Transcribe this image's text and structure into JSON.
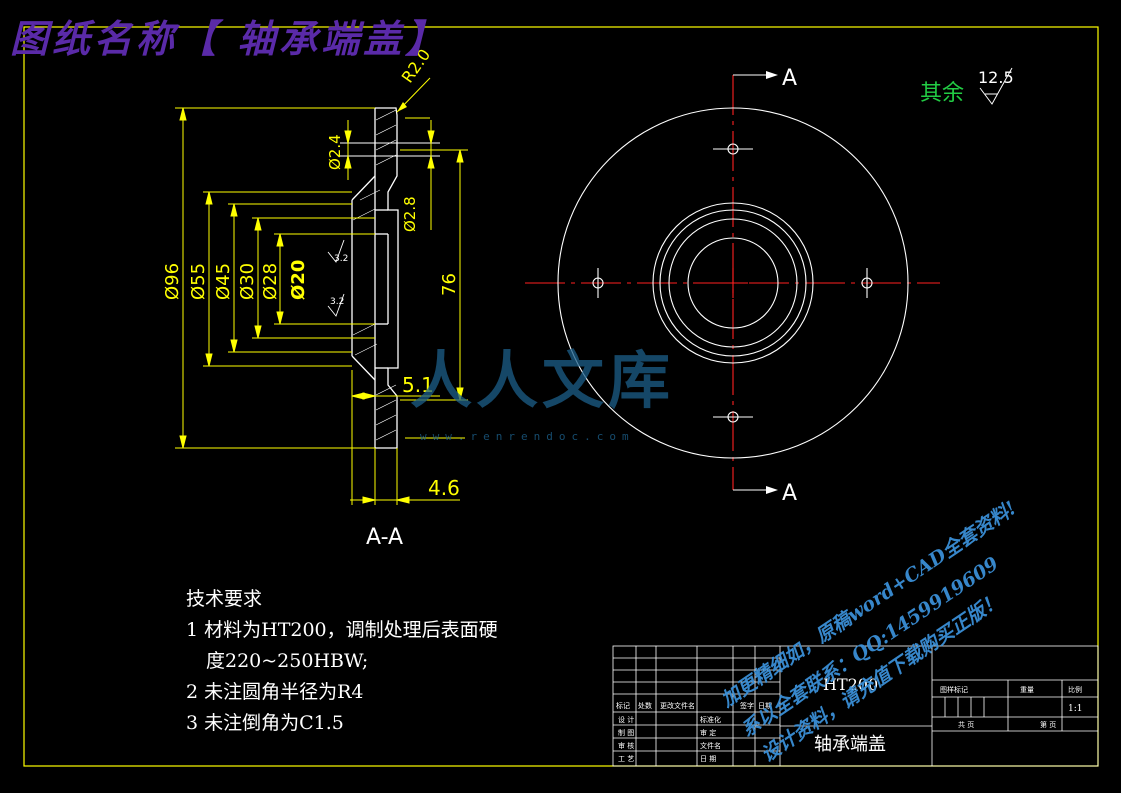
{
  "title_banner": "图纸名称【 轴承端盖】",
  "section_view": {
    "section_label": "A-A",
    "dims": {
      "d96": "Ø96",
      "d55": "Ø55",
      "d45": "Ø45",
      "d30": "Ø30",
      "d28": "Ø28",
      "d20": "Ø20",
      "d2_4": "Ø2.4",
      "d2_8": "Ø2.8",
      "r2": "R2.0",
      "h76": "76",
      "l5_1": "5.1",
      "l4_6": "4.6",
      "rough_1": "3.2",
      "rough_2": "3.2"
    }
  },
  "front_view": {
    "cut_label_top": "A",
    "cut_label_bottom": "A",
    "rest_roughness_label": "其余",
    "rest_roughness_value": "12.5"
  },
  "tech_requirements": {
    "heading": "技术要求",
    "line1": "1 材料为HT200，调制处理后表面硬",
    "line1b": "度220~250HBW;",
    "line2": "2 未注圆角半径为R4",
    "line3": "3 未注倒角为C1.5"
  },
  "title_block": {
    "material": "HT200",
    "part_name": "轴承端盖",
    "scale": "1:1",
    "col_headers": [
      "标记",
      "处数",
      "更改文件名",
      "签字",
      "日期"
    ],
    "right_headers": [
      "图样标记",
      "重量",
      "比例"
    ],
    "rows_left": [
      "设 计",
      "制 图",
      "审 核",
      "工 艺"
    ],
    "rows_mid": [
      "标准化",
      "审 定",
      "文件名",
      "日 期"
    ],
    "sheet_total": "共 页",
    "sheet_no": "第 页"
  },
  "watermark": {
    "logo_text": "人人文库",
    "url": "www.renrendoc.com",
    "line1": "加更精细如，原稿word+CAD全套资料!",
    "line2": "系以全套联系：QQ:1459919609",
    "line3": "设计资料，请充值下载购买正版！"
  },
  "colors": {
    "frame": "#ffff00",
    "outline": "#ffffff",
    "dim": "#ffff00",
    "center": "#ff2020",
    "roughness_text": "#22cc44",
    "cut_line": "#ff2020"
  }
}
